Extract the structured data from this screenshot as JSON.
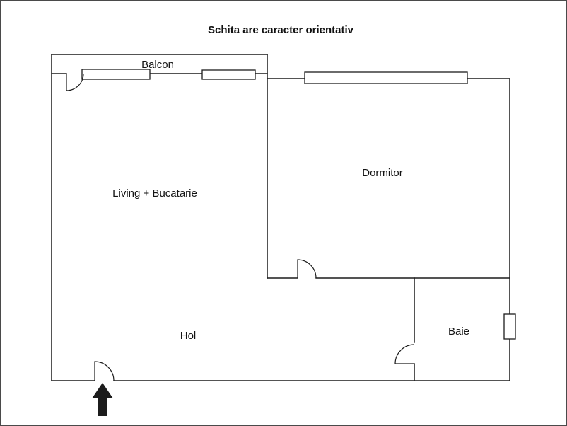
{
  "title": "Schita are caracter orientativ",
  "rooms": {
    "balcon": "Balcon",
    "living": "Living + Bucatarie",
    "dormitor": "Dormitor",
    "hol": "Hol",
    "baie": "Baie"
  },
  "icons": {
    "entrance_arrow": "entrance-arrow-icon"
  },
  "colors": {
    "wall_line": "#1c1c1c",
    "background": "#ffffff",
    "border": "#4a4a4a"
  }
}
